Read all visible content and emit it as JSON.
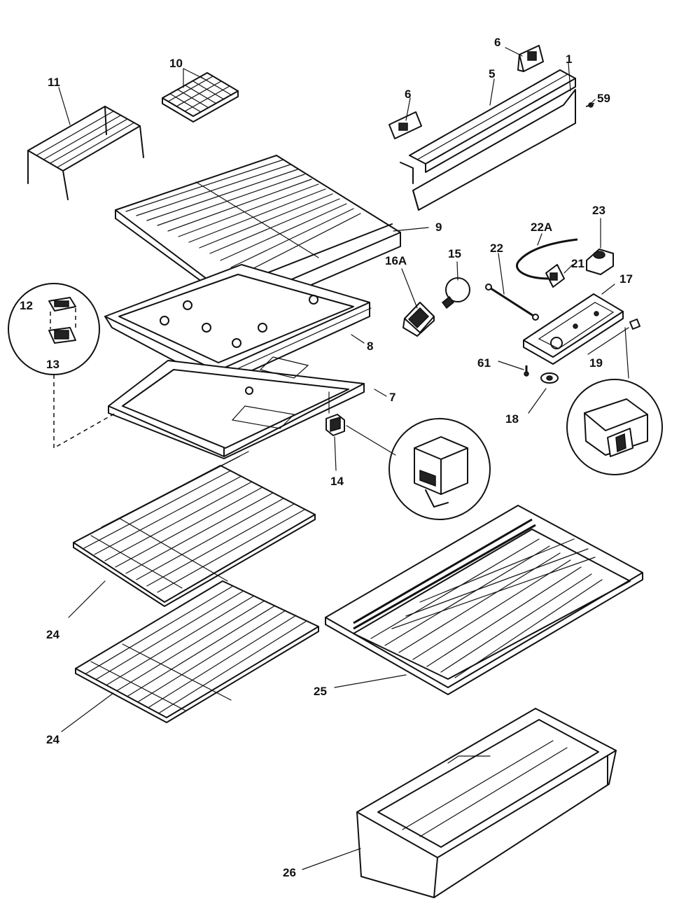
{
  "labels": [
    {
      "id": "p11",
      "text": "11"
    },
    {
      "id": "p10",
      "text": "10"
    },
    {
      "id": "p6a",
      "text": "6"
    },
    {
      "id": "p6b",
      "text": "6"
    },
    {
      "id": "p5",
      "text": "5"
    },
    {
      "id": "p1",
      "text": "1"
    },
    {
      "id": "p59",
      "text": "59"
    },
    {
      "id": "p9",
      "text": "9"
    },
    {
      "id": "p22A",
      "text": "22A"
    },
    {
      "id": "p23",
      "text": "23"
    },
    {
      "id": "p16A",
      "text": "16A"
    },
    {
      "id": "p15",
      "text": "15"
    },
    {
      "id": "p22",
      "text": "22"
    },
    {
      "id": "p21",
      "text": "21"
    },
    {
      "id": "p17",
      "text": "17"
    },
    {
      "id": "p12",
      "text": "12"
    },
    {
      "id": "p13",
      "text": "13"
    },
    {
      "id": "p8",
      "text": "8"
    },
    {
      "id": "p61",
      "text": "61"
    },
    {
      "id": "p19",
      "text": "19"
    },
    {
      "id": "p7",
      "text": "7"
    },
    {
      "id": "p18",
      "text": "18"
    },
    {
      "id": "p14",
      "text": "14"
    },
    {
      "id": "p24a",
      "text": "24"
    },
    {
      "id": "p25",
      "text": "25"
    },
    {
      "id": "p24b",
      "text": "24"
    },
    {
      "id": "p26",
      "text": "26"
    }
  ]
}
